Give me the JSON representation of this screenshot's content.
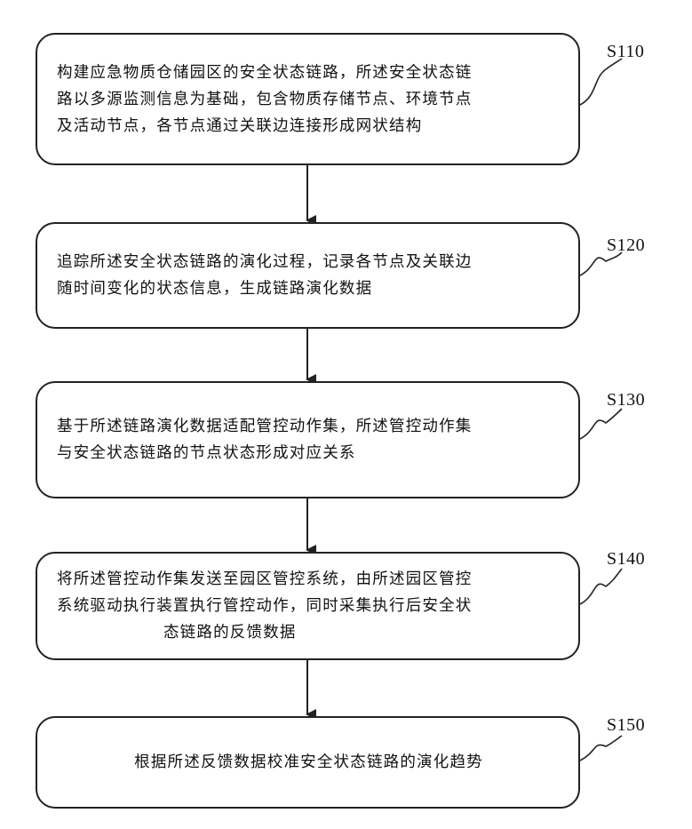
{
  "steps": [
    {
      "label": "S110",
      "lines": [
        "构建应急物质仓储园区的安全状态链路，所述安全状态链",
        "路以多源监测信息为基础，包含物质存储节点、环境节点",
        "及活动节点，各节点通过关联边连接形成网状结构"
      ]
    },
    {
      "label": "S120",
      "lines": [
        "追踪所述安全状态链路的演化过程，记录各节点及关联边",
        "随时间变化的状态信息，生成链路演化数据"
      ]
    },
    {
      "label": "S130",
      "lines": [
        "基于所述链路演化数据适配管控动作集，所述管控动作集",
        "与安全状态链路的节点状态形成对应关系"
      ]
    },
    {
      "label": "S140",
      "lines": [
        "将所述管控动作集发送至园区管控系统，由所述园区管控",
        "系统驱动执行装置执行管控动作，同时采集执行后安全状",
        "态链路的反馈数据"
      ]
    },
    {
      "label": "S150",
      "lines": [
        "根据所述反馈数据校准安全状态链路的演化趋势"
      ]
    }
  ]
}
